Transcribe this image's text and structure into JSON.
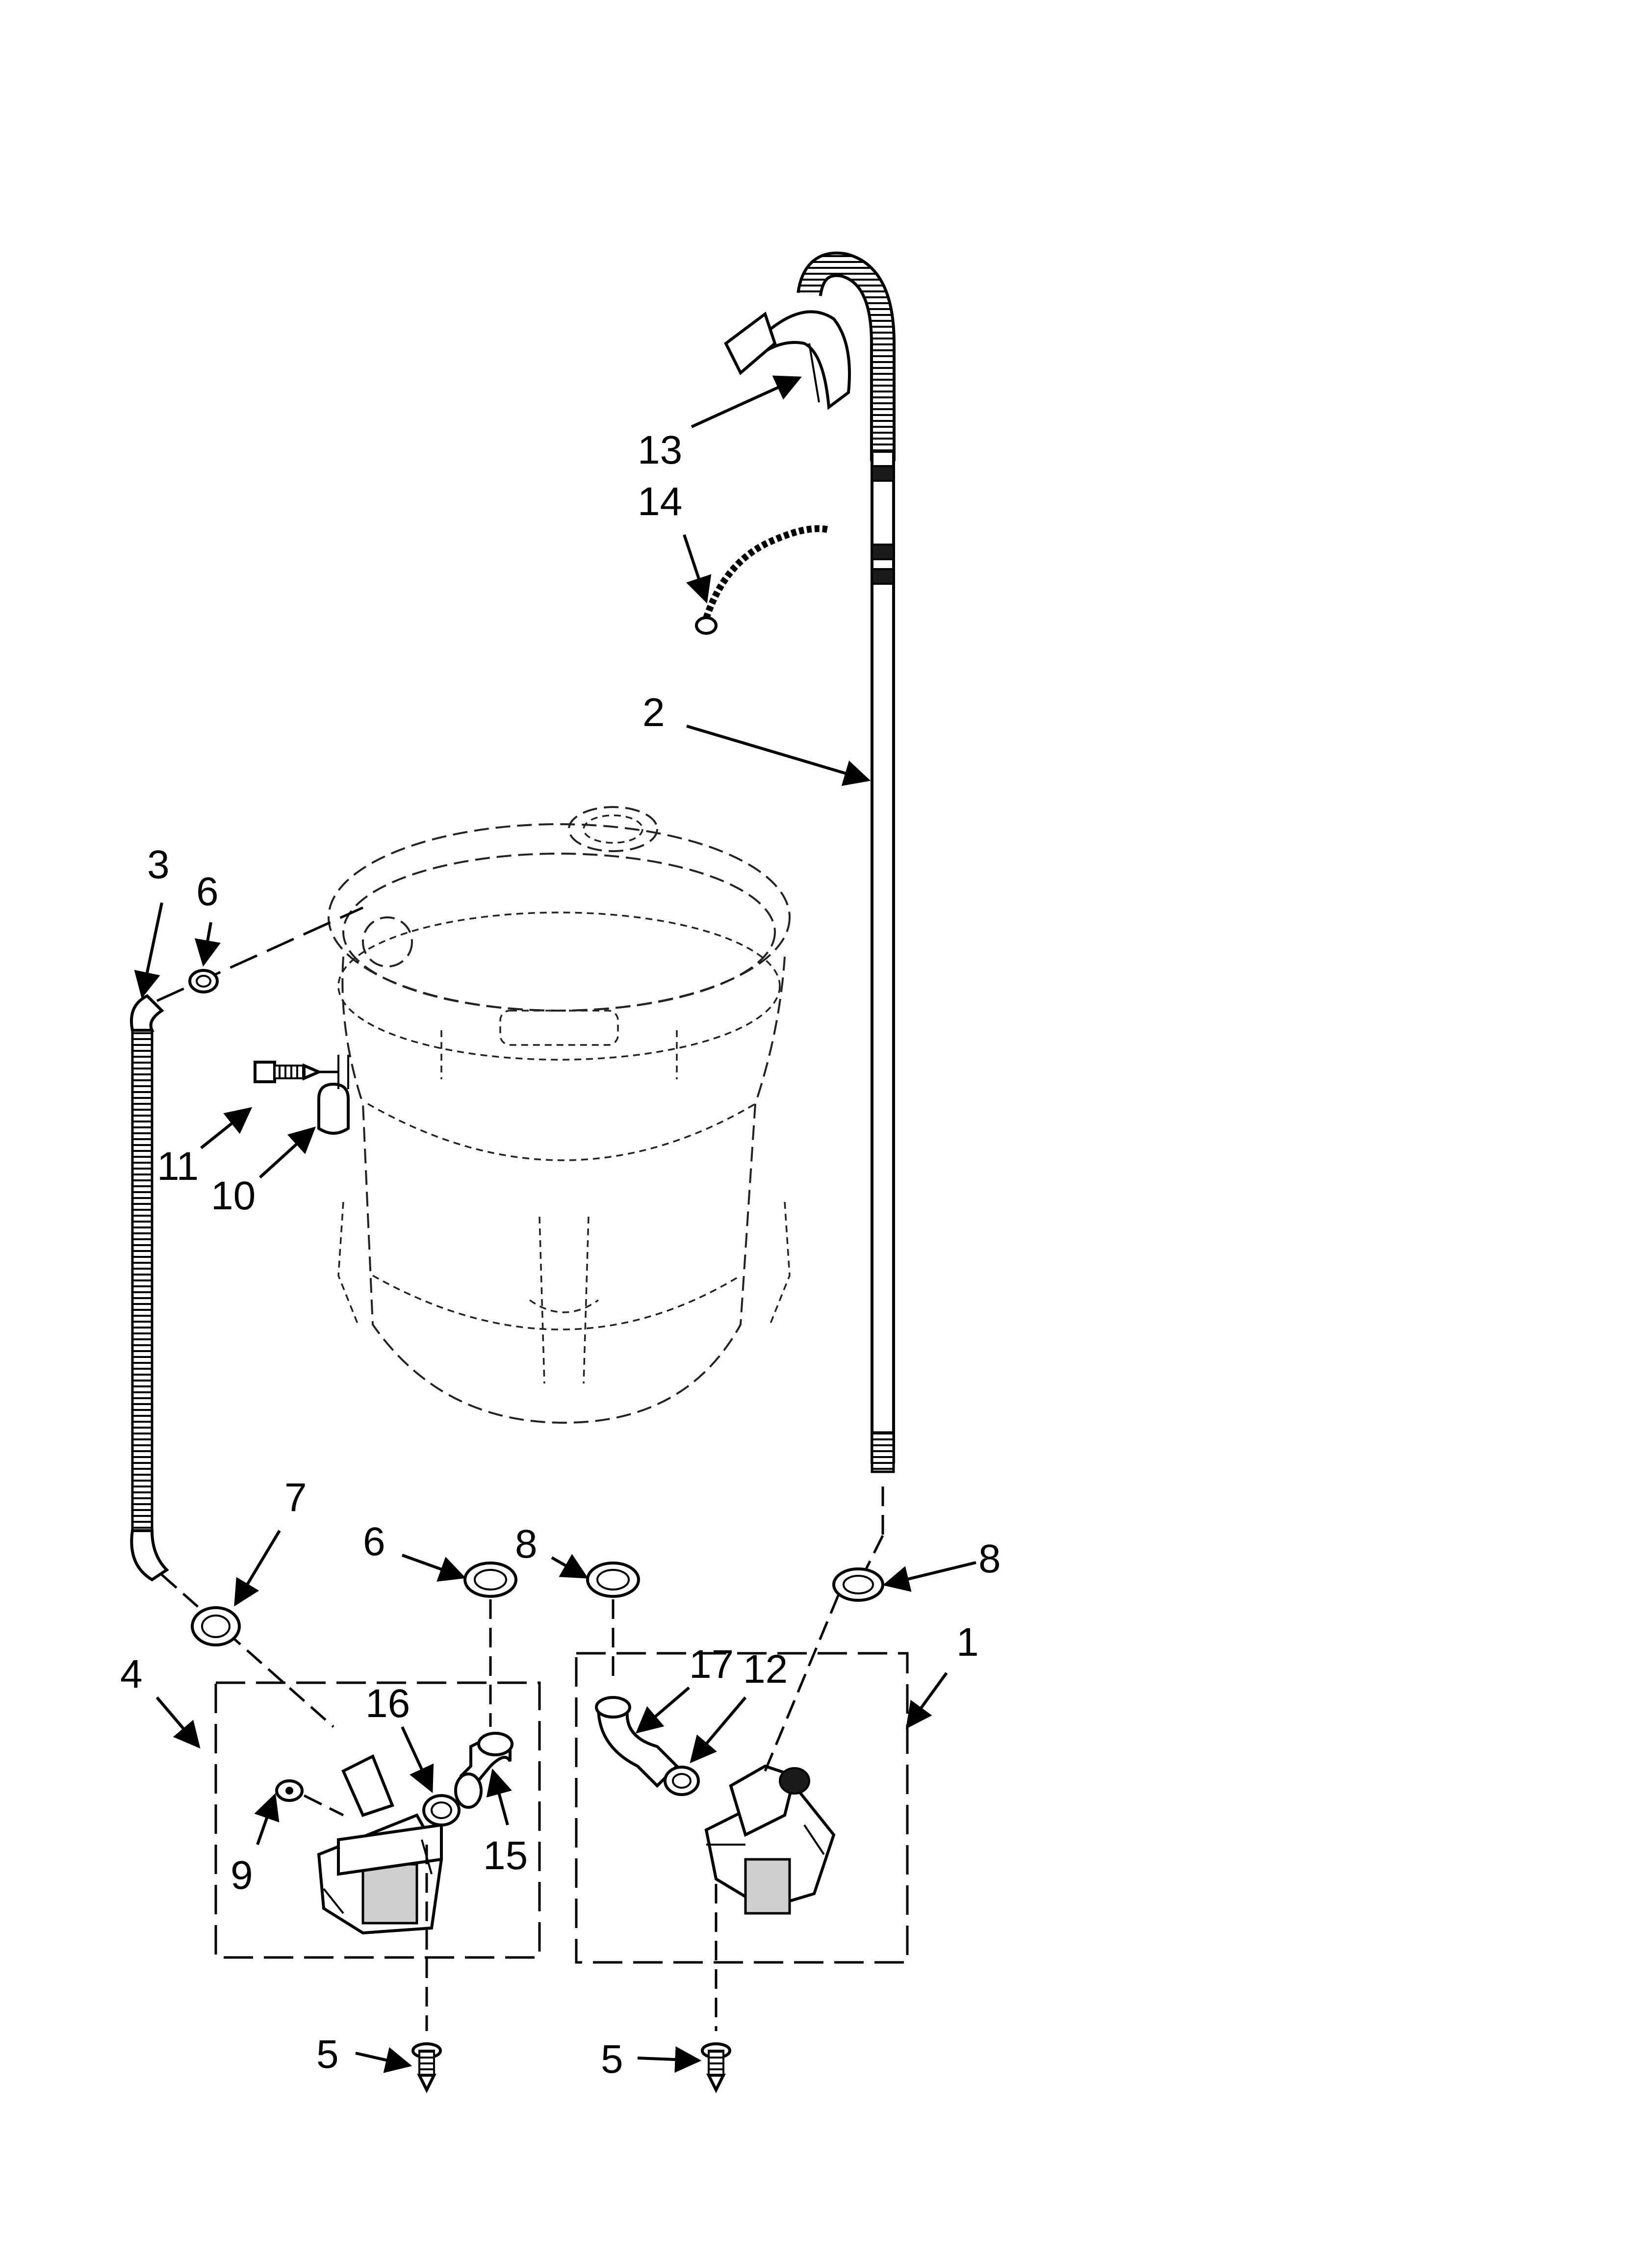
{
  "callouts": {
    "c1": "1",
    "c2": "2",
    "c3": "3",
    "c4": "4",
    "c5a": "5",
    "c5b": "5",
    "c6a": "6",
    "c6b": "6",
    "c7": "7",
    "c8a": "8",
    "c8b": "8",
    "c9": "9",
    "c10": "10",
    "c11": "11",
    "c12": "12",
    "c13": "13",
    "c14": "14",
    "c15": "15",
    "c16": "16",
    "c17": "17"
  }
}
